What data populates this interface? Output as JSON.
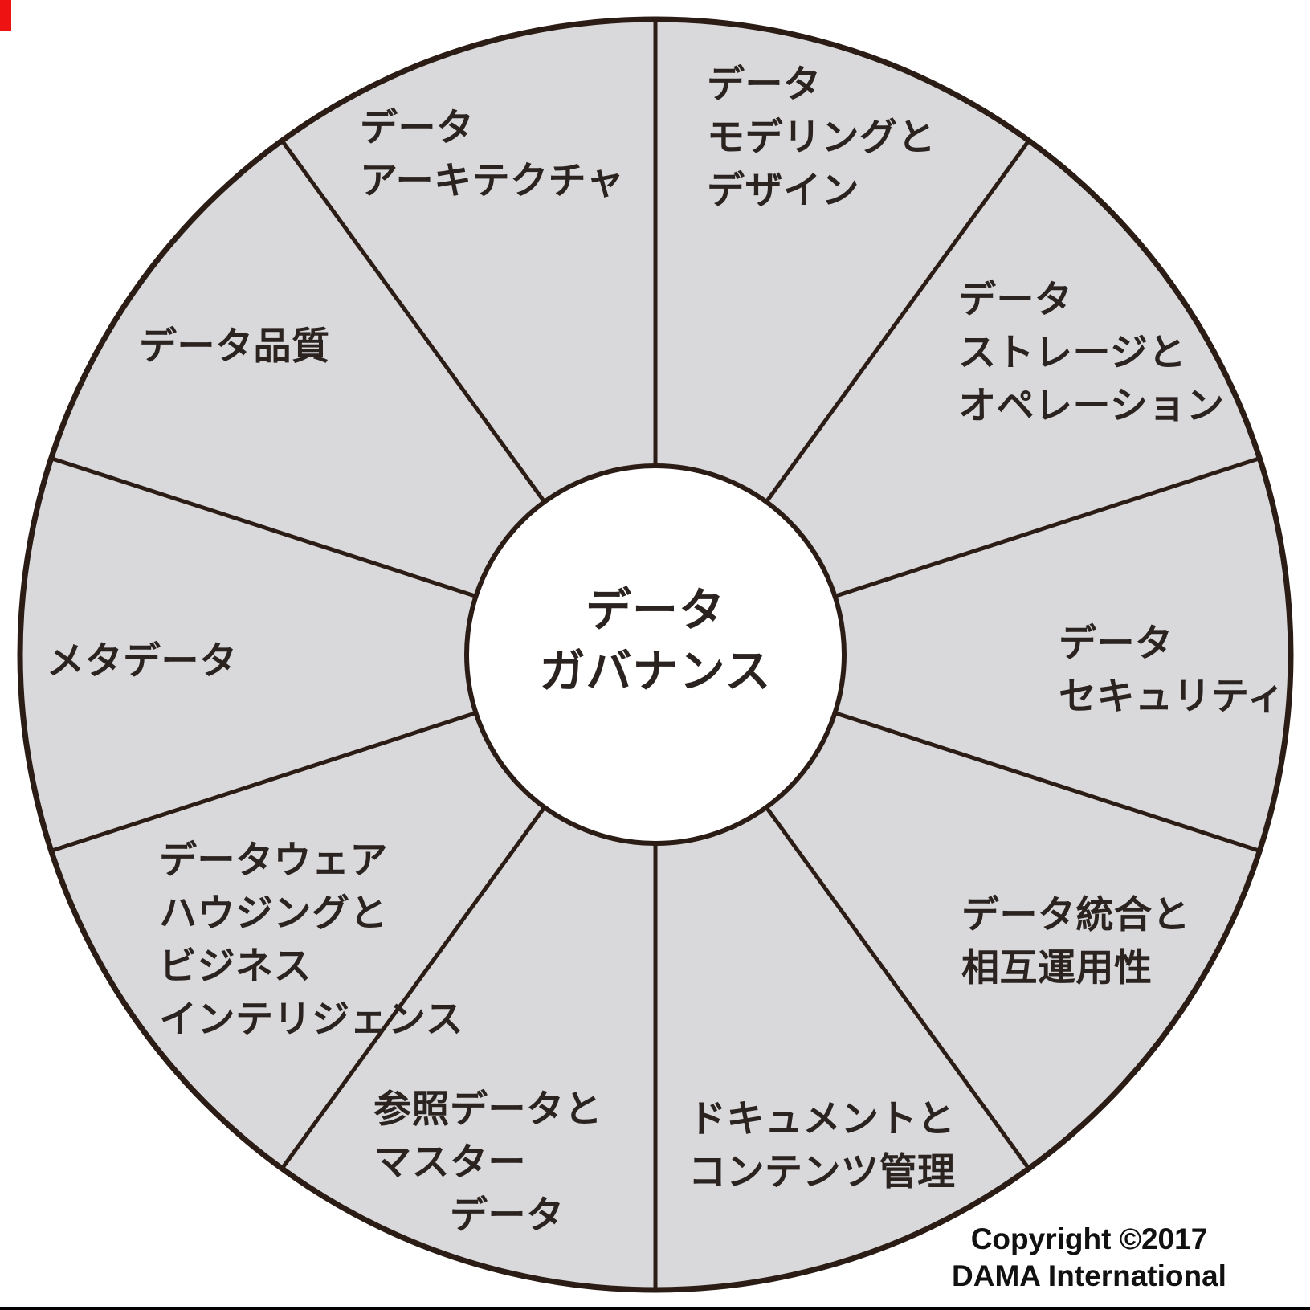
{
  "diagram": {
    "title": "DAMA Wheel (データマネジメント知識領域)",
    "center": {
      "label": "データ\nガバナンス"
    },
    "segments": [
      {
        "id": "data-modeling-design",
        "label": "データ\nモデリングと\nデザイン"
      },
      {
        "id": "data-storage-operations",
        "label": "データ\nストレージと\nオペレーション"
      },
      {
        "id": "data-security",
        "label": "データ\nセキュリティ"
      },
      {
        "id": "data-integration-interoperability",
        "label": "データ統合と\n相互運用性"
      },
      {
        "id": "document-content-management",
        "label": "ドキュメントと\nコンテンツ管理"
      },
      {
        "id": "reference-master-data",
        "label": "参照データと\nマスター\n　　データ"
      },
      {
        "id": "data-warehousing-bi",
        "label": "データウェア\nハウジングと\nビジネス\nインテリジェンス"
      },
      {
        "id": "metadata",
        "label": "メタデータ"
      },
      {
        "id": "data-quality",
        "label": "データ品質"
      },
      {
        "id": "data-architecture",
        "label": "データ\nアーキテクチャ"
      }
    ],
    "copyright": "Copyright ©2017\nDAMA International",
    "colors": {
      "wheel_fill": "#d9d9db",
      "line": "#2b1d15",
      "text": "#2b2320",
      "copyright_text": "#111111",
      "corner_mark": "#ee1212",
      "background": "#ffffff"
    }
  }
}
